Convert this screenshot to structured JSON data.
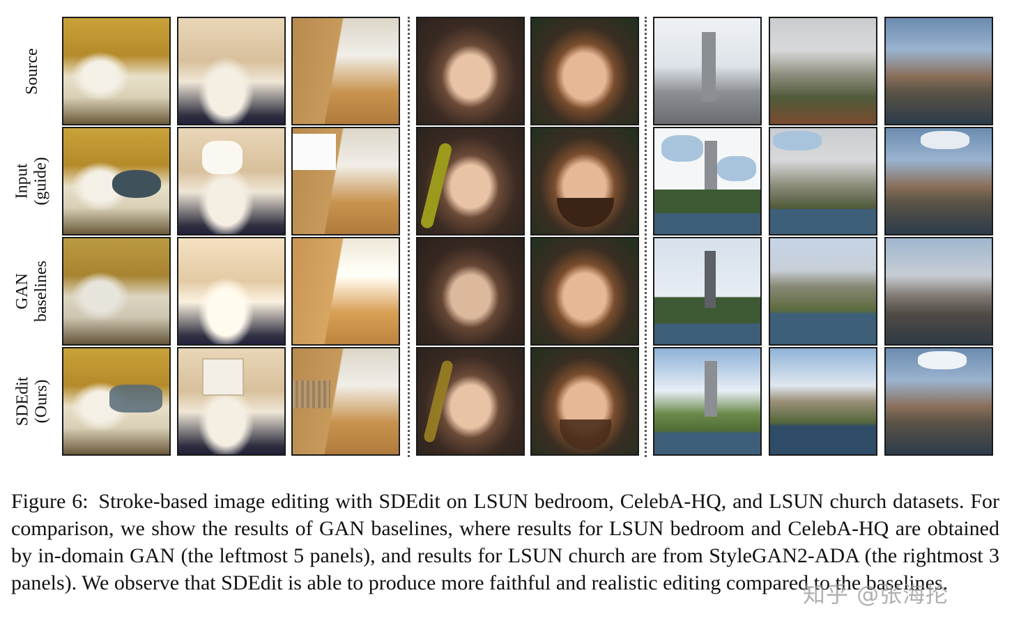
{
  "row_labels": [
    {
      "line1": "Source",
      "line2": ""
    },
    {
      "line1": "Input",
      "line2": "(guide)"
    },
    {
      "line1": "GAN",
      "line2": "baselines"
    },
    {
      "line1": "SDEdit",
      "line2": "(Ours)"
    }
  ],
  "caption": {
    "label": "Figure 6:",
    "text": "Stroke-based image editing with SDEdit on LSUN bedroom, CelebA-HQ, and LSUN church datasets. For comparison, we show the results of GAN baselines, where results for LSUN bedroom and CelebA-HQ are obtained by in-domain GAN (the leftmost 5 panels), and results for LSUN church are from StyleGAN2-ADA (the rightmost 3 panels). We observe that SDEdit is able to produce more faithful and realistic editing compared to the baselines."
  },
  "watermark": "知乎 @张海抡"
}
